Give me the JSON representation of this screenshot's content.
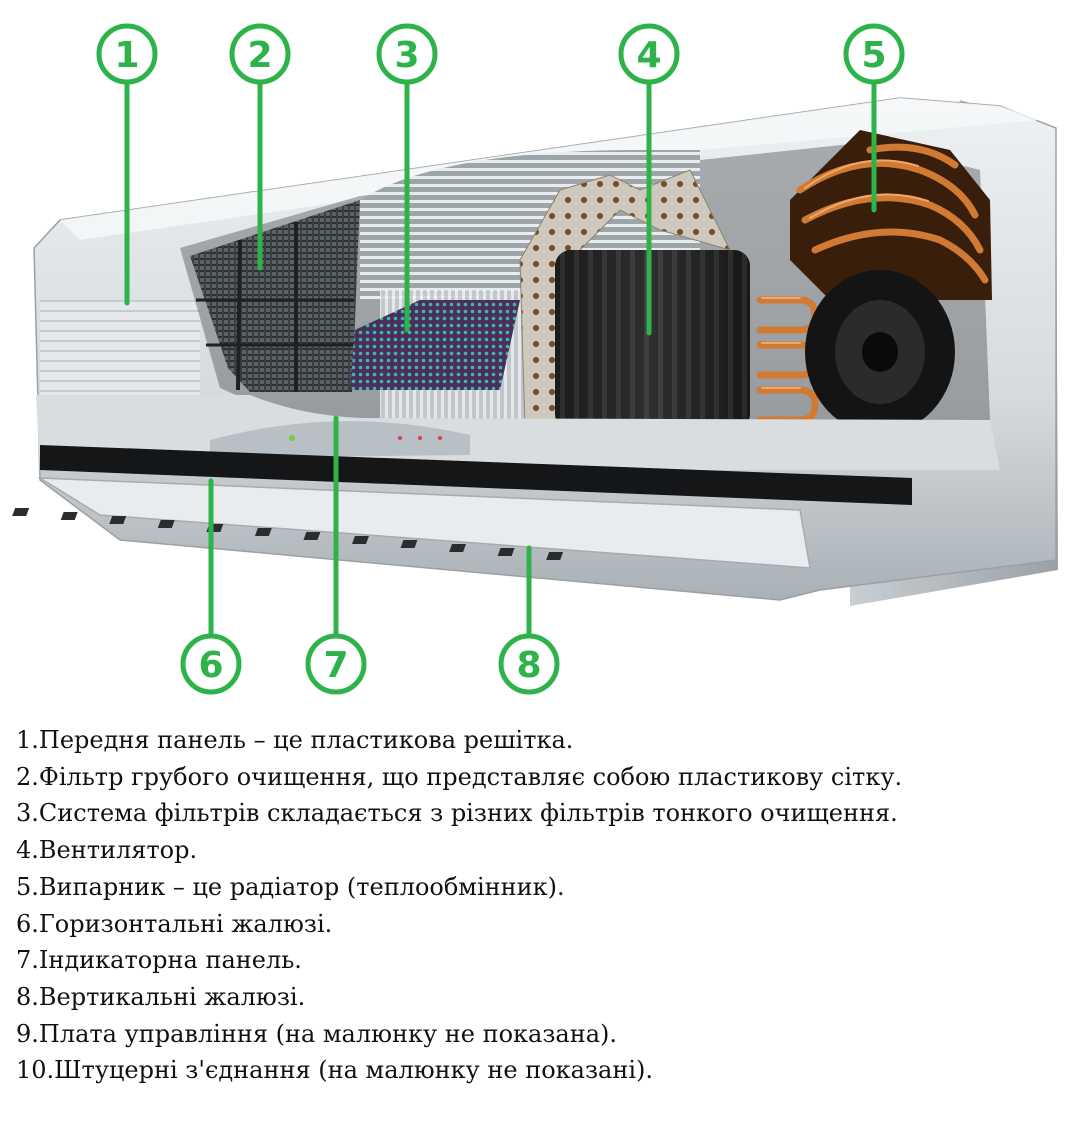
{
  "colors": {
    "callout_green": "#2db34a",
    "housing": "#d4d9dd",
    "copper": "#c8732e"
  },
  "callouts": [
    {
      "number": "1",
      "part": "front-panel"
    },
    {
      "number": "2",
      "part": "coarse-filter"
    },
    {
      "number": "3",
      "part": "fine-filters"
    },
    {
      "number": "4",
      "part": "fan"
    },
    {
      "number": "5",
      "part": "evaporator"
    },
    {
      "number": "6",
      "part": "horizontal-louvers"
    },
    {
      "number": "7",
      "part": "indicator-panel"
    },
    {
      "number": "8",
      "part": "vertical-louvers"
    }
  ],
  "legend": [
    "1.Передня панель – це пластикова решітка.",
    "2.Фільтр грубого очищення, що представляє собою пластикову сітку.",
    "3.Система фільтрів складається з різних фільтрів тонкого очищення.",
    "4.Вентилятор.",
    "5.Випарник – це радіатор (теплообмінник).",
    "6.Горизонтальні жалюзі.",
    "7.Індикаторна панель.",
    "8.Вертикальні жалюзі.",
    "9.Плата управління (на малюнку не показана).",
    "10.Штуцерні з'єднання (на малюнку не показані)."
  ]
}
